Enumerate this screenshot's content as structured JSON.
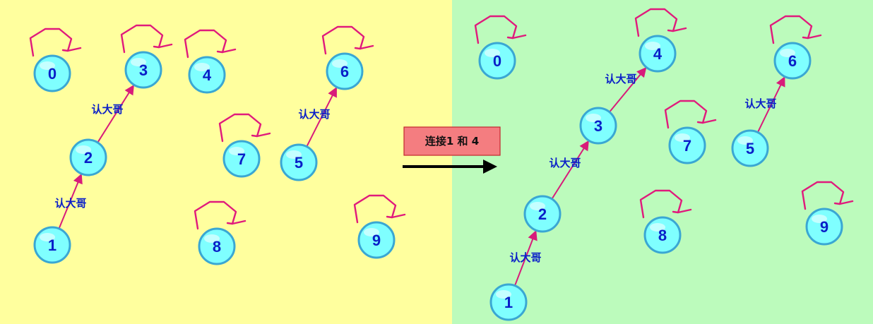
{
  "colors": {
    "left_panel_bg": "#ffff9e",
    "right_panel_bg": "#bcfbbc",
    "node_fill": "#7fffff",
    "node_stroke": "#3aa7d3",
    "node_text": "#0a1fc8",
    "edge": "#d81b7a",
    "self_loop": "#e01a7c",
    "operation_box": "#f47d80"
  },
  "edge_label": "认大哥",
  "operation": {
    "label": "连接1 和 4"
  },
  "before": {
    "nodes": [
      "0",
      "1",
      "2",
      "3",
      "4",
      "5",
      "6",
      "7",
      "8",
      "9"
    ],
    "parent_edges": [
      {
        "from": "1",
        "to": "2",
        "label": "认大哥"
      },
      {
        "from": "2",
        "to": "3",
        "label": "认大哥"
      },
      {
        "from": "5",
        "to": "6",
        "label": "认大哥"
      }
    ],
    "self_loops": [
      "0",
      "3",
      "4",
      "6",
      "7",
      "8",
      "9"
    ]
  },
  "after": {
    "nodes": [
      "0",
      "1",
      "2",
      "3",
      "4",
      "5",
      "6",
      "7",
      "8",
      "9"
    ],
    "parent_edges": [
      {
        "from": "1",
        "to": "2",
        "label": "认大哥"
      },
      {
        "from": "2",
        "to": "3",
        "label": "认大哥"
      },
      {
        "from": "3",
        "to": "4",
        "label": "认大哥"
      },
      {
        "from": "5",
        "to": "6",
        "label": "认大哥"
      }
    ],
    "self_loops": [
      "0",
      "4",
      "6",
      "7",
      "8",
      "9"
    ]
  }
}
